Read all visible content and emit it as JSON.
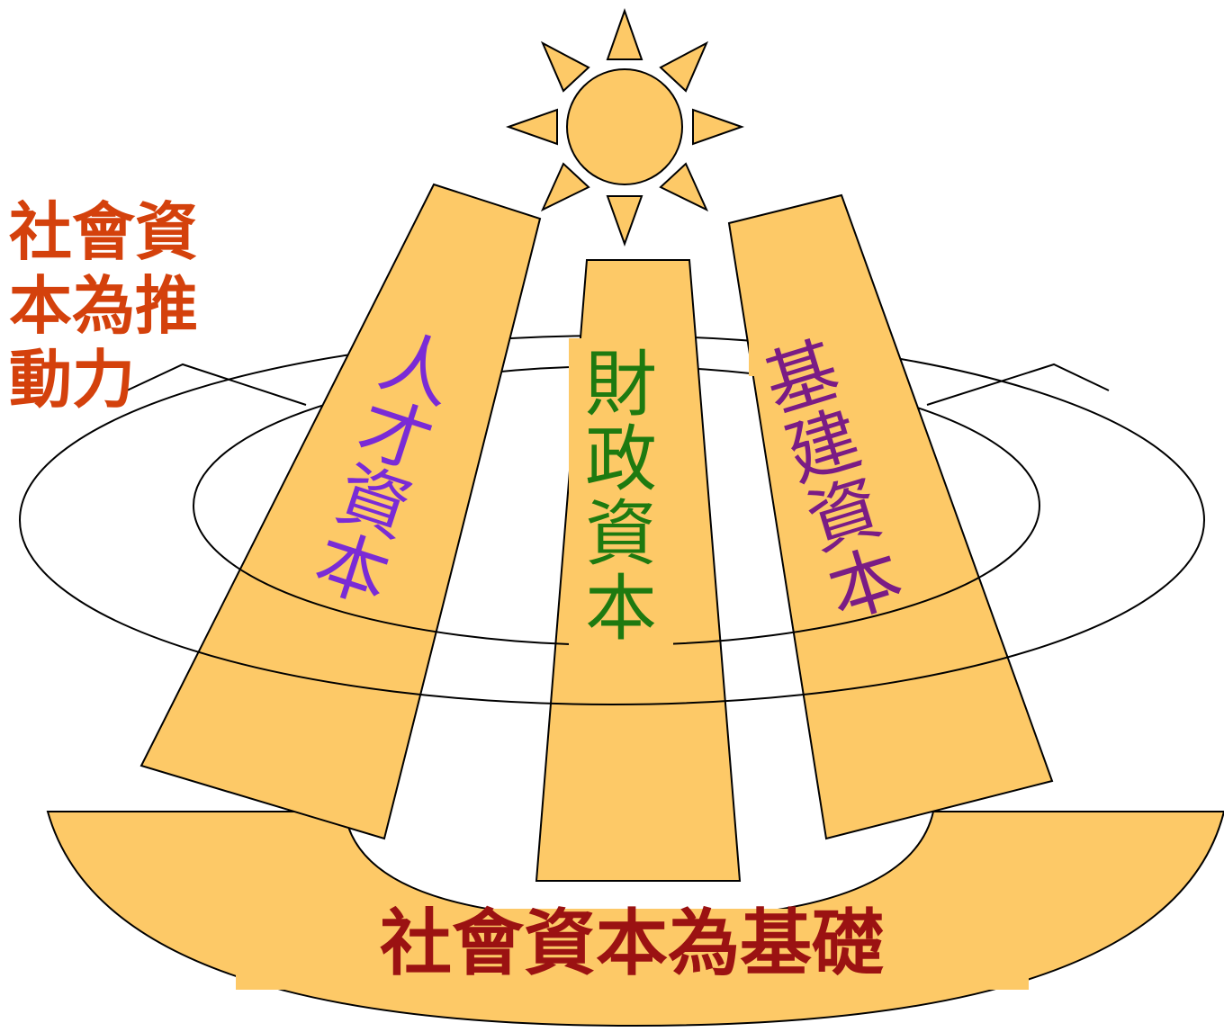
{
  "labels": {
    "motive_line1": "社會資",
    "motive_line2": "本為推",
    "motive_line3": "動力",
    "base": "社會資本為基礎",
    "pillar_left": [
      "人",
      "才",
      "資",
      "本"
    ],
    "pillar_center": [
      "財",
      "政",
      "資",
      "本"
    ],
    "pillar_right": [
      "基",
      "建",
      "資",
      "本"
    ]
  },
  "colors": {
    "fill": "#FDC967",
    "stroke": "#000000",
    "motive_text": "#D4410C",
    "base_text": "#9B1212",
    "pillar_left_text": "#7A2BD6",
    "pillar_center_text": "#1E7A10",
    "pillar_right_text": "#7A1C85"
  },
  "icons": {
    "sun": "sun-icon"
  }
}
